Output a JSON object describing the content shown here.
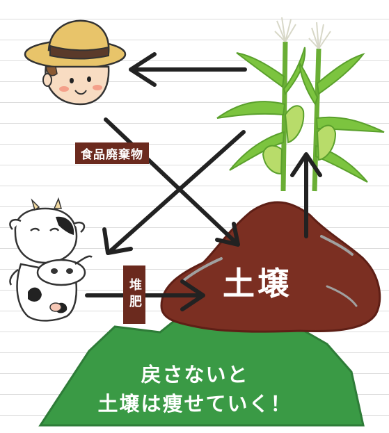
{
  "labels": {
    "food_waste": "食品廃棄物",
    "compost": "堆肥",
    "soil": "土壌"
  },
  "message": {
    "line1": "戻さないと",
    "line2": "土壌は痩せていく！"
  },
  "colors": {
    "label_bg": "#6b2a1e",
    "soil": "#7b2f22",
    "mountain": "#3a9a45",
    "corn": "#7cc43f",
    "arrow": "#222222"
  }
}
